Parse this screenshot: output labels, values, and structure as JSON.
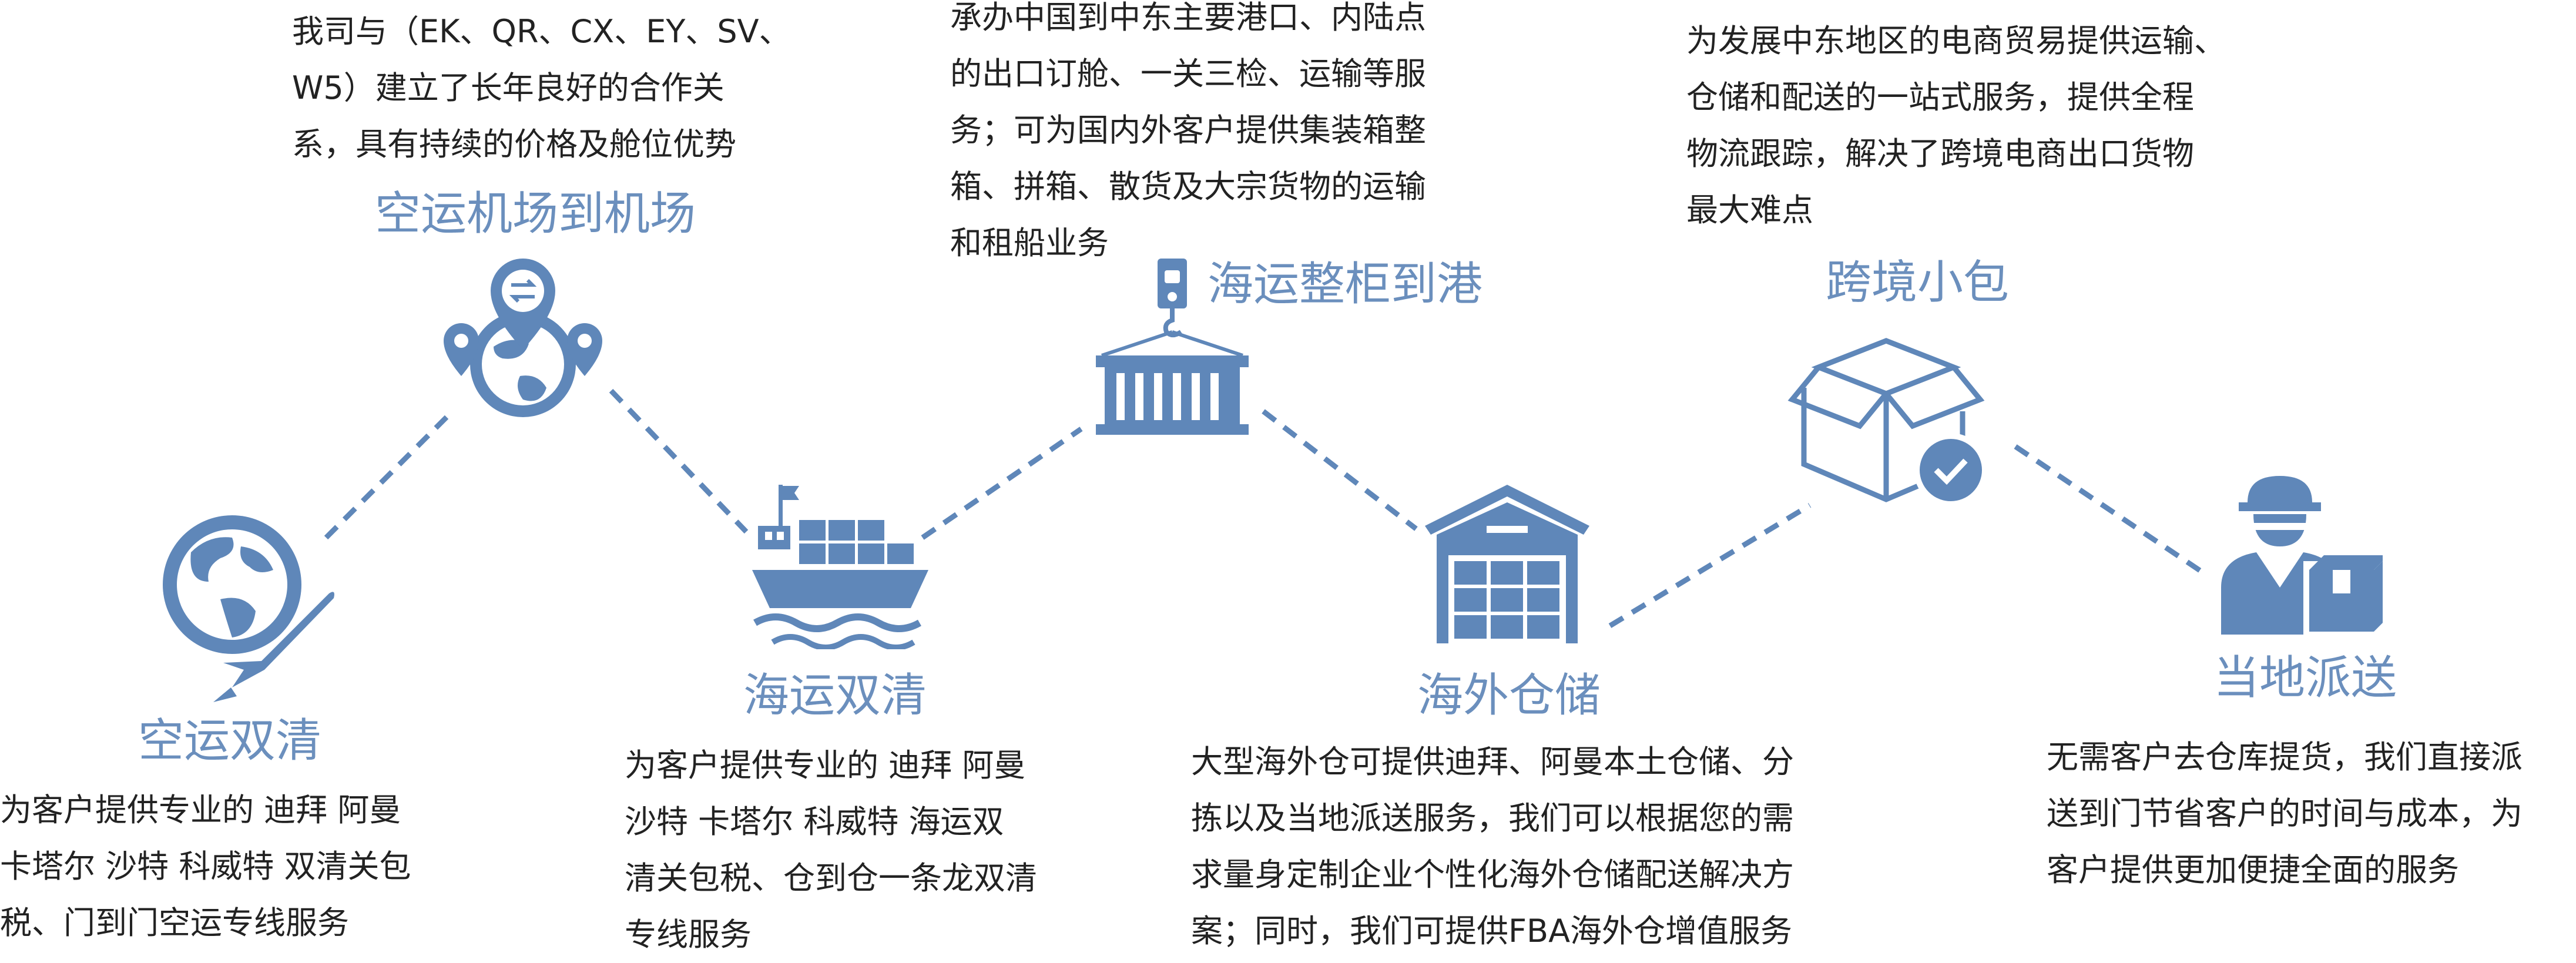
{
  "colors": {
    "accent": "#6b8fbd",
    "icon": "#5f87b9",
    "text": "#222222"
  },
  "services": [
    {
      "icon": "globe-plane-icon",
      "title": "空运双清",
      "desc": [
        "为客户提供专业的 迪拜 阿曼",
        "卡塔尔 沙特 科威特 双清关包",
        "税、门到门空运专线服务"
      ]
    },
    {
      "icon": "globe-pins-icon",
      "title": "空运机场到机场",
      "desc": [
        "我司与（EK、QR、CX、EY、SV、",
        "W5）建立了长年良好的合作关",
        "系，具有持续的价格及舱位优势"
      ]
    },
    {
      "icon": "cargo-ship-icon",
      "title": "海运双清",
      "desc": [
        "为客户提供专业的 迪拜 阿曼",
        "沙特 卡塔尔 科威特  海运双",
        "清关包税、仓到仓一条龙双清",
        "专线服务"
      ]
    },
    {
      "icon": "crane-container-icon",
      "title": "海运整柜到港",
      "desc": [
        "承办中国到中东主要港口、内陆点",
        "的出口订舱、一关三检、运输等服",
        "务；可为国内外客户提供集装箱整",
        "箱、拼箱、散货及大宗货物的运输",
        "和租船业务"
      ]
    },
    {
      "icon": "warehouse-icon",
      "title": "海外仓储",
      "desc": [
        "大型海外仓可提供迪拜、阿曼本土仓储、分",
        "拣以及当地派送服务，我们可以根据您的需",
        "求量身定制企业个性化海外仓储配送解决方",
        "案；同时，我们可提供FBA海外仓增值服务"
      ]
    },
    {
      "icon": "parcel-check-icon",
      "title": "跨境小包",
      "desc": [
        "为发展中东地区的电商贸易提供运输、",
        "仓储和配送的一站式服务，提供全程",
        "物流跟踪，解决了跨境电商出口货物",
        "最大难点"
      ]
    },
    {
      "icon": "courier-icon",
      "title": "当地派送",
      "desc": [
        "无需客户去仓库提货，我们直接派",
        "送到门节省客户的时间与成本，为",
        "客户提供更加便捷全面的服务"
      ]
    }
  ]
}
